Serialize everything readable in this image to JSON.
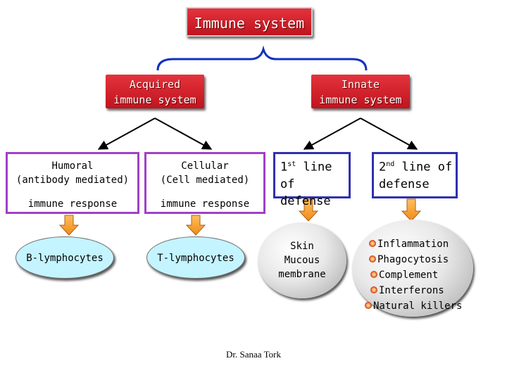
{
  "colors": {
    "header_red": "#d0202a",
    "purple_border": "#a040c8",
    "blue_border": "#3030b0",
    "arrow_orange": "#f49a28",
    "brace_blue": "#1030c0",
    "cyan_fill": "#c4f4ff"
  },
  "icons": {
    "bullet": "flower-bullet-icon"
  },
  "top": {
    "title": "Immune system"
  },
  "acquired": {
    "line1": "Acquired",
    "line2": "immune system"
  },
  "innate": {
    "line1": "Innate",
    "line2": "immune system"
  },
  "humoral": {
    "line1": "Humoral",
    "line2": "(antibody mediated)",
    "line3": "immune response"
  },
  "cellular": {
    "line1": "Cellular",
    "line2": "(Cell mediated)",
    "line3": "immune response"
  },
  "first_line": {
    "ordinal": "1",
    "suffix": "st",
    "rest": " line of",
    "line2": "defense"
  },
  "second_line": {
    "ordinal": "2",
    "suffix": "nd",
    "rest": " line of",
    "line2": "defense"
  },
  "b_cells": {
    "label": "B-lymphocytes"
  },
  "t_cells": {
    "label": "T-lymphocytes"
  },
  "barriers": {
    "line1": "Skin",
    "line2": "Mucous",
    "line3": "membrane"
  },
  "second_items": [
    "Inflammation",
    "Phagocytosis",
    "Complement",
    "Interferons",
    "Natural killers"
  ],
  "credit": "Dr. Sanaa Tork"
}
